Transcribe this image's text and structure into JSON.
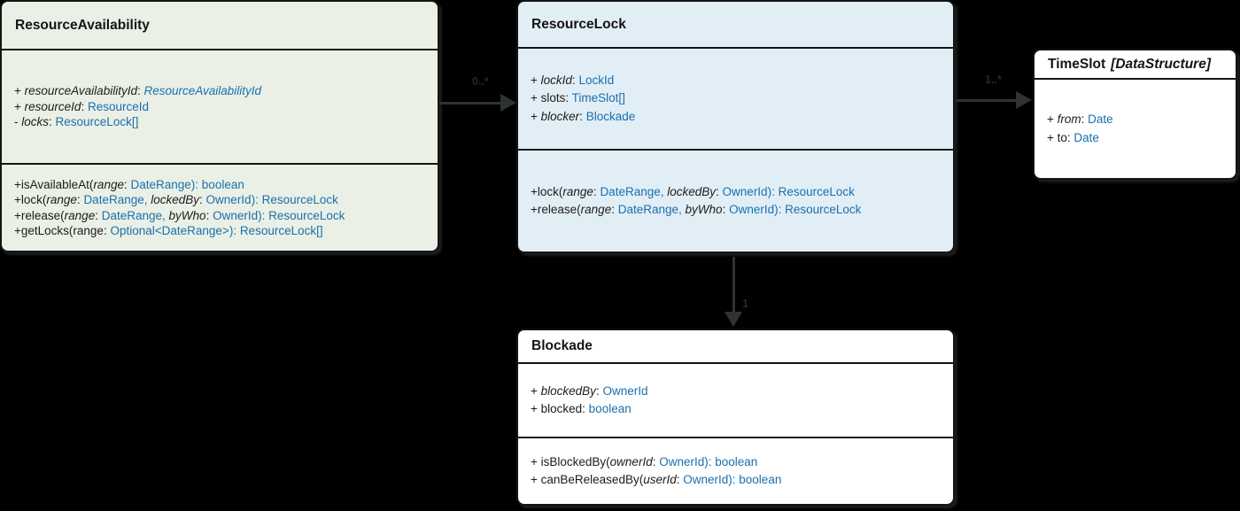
{
  "diagram": {
    "kind": "uml-class-diagram",
    "background_color": "#000000",
    "type_color": "#1a6fad",
    "text_color": "#1c1c1c",
    "arrow_color": "#2e3234"
  },
  "classes": [
    {
      "id": "resource-availability",
      "title": "ResourceAvailability",
      "annotation": "",
      "fill": "#eaf0e6",
      "attributes": [
        [
          {
            "t": "+ ",
            "s": "p"
          },
          {
            "t": "resourceAvailabilityId",
            "s": "i"
          },
          {
            "t": ": ",
            "s": "p"
          },
          {
            "t": "ResourceAvailabilityId",
            "s": "ti"
          }
        ],
        [
          {
            "t": "+ ",
            "s": "p"
          },
          {
            "t": "resourceId",
            "s": "i"
          },
          {
            "t": ": ",
            "s": "p"
          },
          {
            "t": "ResourceId",
            "s": "t"
          }
        ],
        [
          {
            "t": "- ",
            "s": "p"
          },
          {
            "t": "locks",
            "s": "i"
          },
          {
            "t": ": ",
            "s": "p"
          },
          {
            "t": "ResourceLock[]",
            "s": "t"
          }
        ]
      ],
      "methods": [
        [
          {
            "t": "+isAvailableAt(",
            "s": "p"
          },
          {
            "t": "range",
            "s": "i"
          },
          {
            "t": ": ",
            "s": "p"
          },
          {
            "t": "DateRange",
            "s": "t"
          },
          {
            "t": "): ",
            "s": "t"
          },
          {
            "t": "boolean",
            "s": "t"
          }
        ],
        [
          {
            "t": "+lock(",
            "s": "p"
          },
          {
            "t": "range",
            "s": "i"
          },
          {
            "t": ": ",
            "s": "p"
          },
          {
            "t": "DateRange, ",
            "s": "t"
          },
          {
            "t": "lockedBy",
            "s": "i"
          },
          {
            "t": ": ",
            "s": "p"
          },
          {
            "t": "OwnerId",
            "s": "t"
          },
          {
            "t": "): ",
            "s": "t"
          },
          {
            "t": "ResourceLock",
            "s": "t"
          }
        ],
        [
          {
            "t": "+release(",
            "s": "p"
          },
          {
            "t": "range",
            "s": "i"
          },
          {
            "t": ": ",
            "s": "p"
          },
          {
            "t": "DateRange, ",
            "s": "t"
          },
          {
            "t": "byWho",
            "s": "i"
          },
          {
            "t": ": ",
            "s": "p"
          },
          {
            "t": "OwnerId",
            "s": "t"
          },
          {
            "t": "): ",
            "s": "t"
          },
          {
            "t": "ResourceLock",
            "s": "t"
          }
        ],
        [
          {
            "t": "+getLocks(range: ",
            "s": "p"
          },
          {
            "t": "Optional<DateRange>",
            "s": "t"
          },
          {
            "t": "): ",
            "s": "t"
          },
          {
            "t": "ResourceLock[]",
            "s": "t"
          }
        ]
      ]
    },
    {
      "id": "resource-lock",
      "title": "ResourceLock",
      "annotation": "",
      "fill": "#e2eef6",
      "attributes": [
        [
          {
            "t": "+ ",
            "s": "p"
          },
          {
            "t": "lockId",
            "s": "i"
          },
          {
            "t": ": ",
            "s": "p"
          },
          {
            "t": "LockId",
            "s": "t"
          }
        ],
        [
          {
            "t": "+ slots: ",
            "s": "p"
          },
          {
            "t": "TimeSlot[]",
            "s": "t"
          }
        ],
        [
          {
            "t": "+ ",
            "s": "p"
          },
          {
            "t": "blocker",
            "s": "i"
          },
          {
            "t": ": ",
            "s": "p"
          },
          {
            "t": "Blockade",
            "s": "t"
          }
        ]
      ],
      "methods": [
        [
          {
            "t": "+lock(",
            "s": "p"
          },
          {
            "t": "range",
            "s": "i"
          },
          {
            "t": ": ",
            "s": "p"
          },
          {
            "t": "DateRange, ",
            "s": "t"
          },
          {
            "t": "lockedBy",
            "s": "i"
          },
          {
            "t": ": ",
            "s": "p"
          },
          {
            "t": "OwnerId",
            "s": "t"
          },
          {
            "t": "): ",
            "s": "t"
          },
          {
            "t": "ResourceLock",
            "s": "t"
          }
        ],
        [
          {
            "t": "+release(",
            "s": "p"
          },
          {
            "t": "range",
            "s": "i"
          },
          {
            "t": ": ",
            "s": "p"
          },
          {
            "t": "DateRange, ",
            "s": "t"
          },
          {
            "t": "byWho",
            "s": "i"
          },
          {
            "t": ": ",
            "s": "p"
          },
          {
            "t": "OwnerId",
            "s": "t"
          },
          {
            "t": "): ",
            "s": "t"
          },
          {
            "t": "ResourceLock",
            "s": "t"
          }
        ]
      ]
    },
    {
      "id": "time-slot",
      "title": "TimeSlot",
      "annotation": "[DataStructure]",
      "fill": "#ffffff",
      "attributes": [
        [
          {
            "t": "+ ",
            "s": "p"
          },
          {
            "t": "from",
            "s": "i"
          },
          {
            "t": ": ",
            "s": "p"
          },
          {
            "t": "Date",
            "s": "t"
          }
        ],
        [
          {
            "t": "+ to: ",
            "s": "p"
          },
          {
            "t": "Date",
            "s": "t"
          }
        ]
      ],
      "methods": []
    },
    {
      "id": "blockade",
      "title": "Blockade",
      "annotation": "",
      "fill": "#ffffff",
      "attributes": [
        [
          {
            "t": "+ ",
            "s": "p"
          },
          {
            "t": "blockedBy",
            "s": "i"
          },
          {
            "t": ": ",
            "s": "p"
          },
          {
            "t": "OwnerId",
            "s": "t"
          }
        ],
        [
          {
            "t": "+ blocked: ",
            "s": "p"
          },
          {
            "t": "boolean",
            "s": "t"
          }
        ]
      ],
      "methods": [
        [
          {
            "t": "+ isBlockedBy(",
            "s": "p"
          },
          {
            "t": "ownerId",
            "s": "i"
          },
          {
            "t": ": ",
            "s": "p"
          },
          {
            "t": "OwnerId",
            "s": "t"
          },
          {
            "t": "): ",
            "s": "t"
          },
          {
            "t": "boolean",
            "s": "t"
          }
        ],
        [
          {
            "t": "+ canBeReleasedBy(",
            "s": "p"
          },
          {
            "t": "userId",
            "s": "i"
          },
          {
            "t": ": ",
            "s": "p"
          },
          {
            "t": "OwnerId",
            "s": "t"
          },
          {
            "t": "): ",
            "s": "t"
          },
          {
            "t": "boolean",
            "s": "t"
          }
        ]
      ]
    }
  ],
  "edges": [
    {
      "from": "ResourceAvailability",
      "to": "ResourceLock",
      "label": "0..*"
    },
    {
      "from": "ResourceLock",
      "to": "TimeSlot",
      "label": "1..*"
    },
    {
      "from": "ResourceLock",
      "to": "Blockade",
      "label": "1"
    }
  ]
}
